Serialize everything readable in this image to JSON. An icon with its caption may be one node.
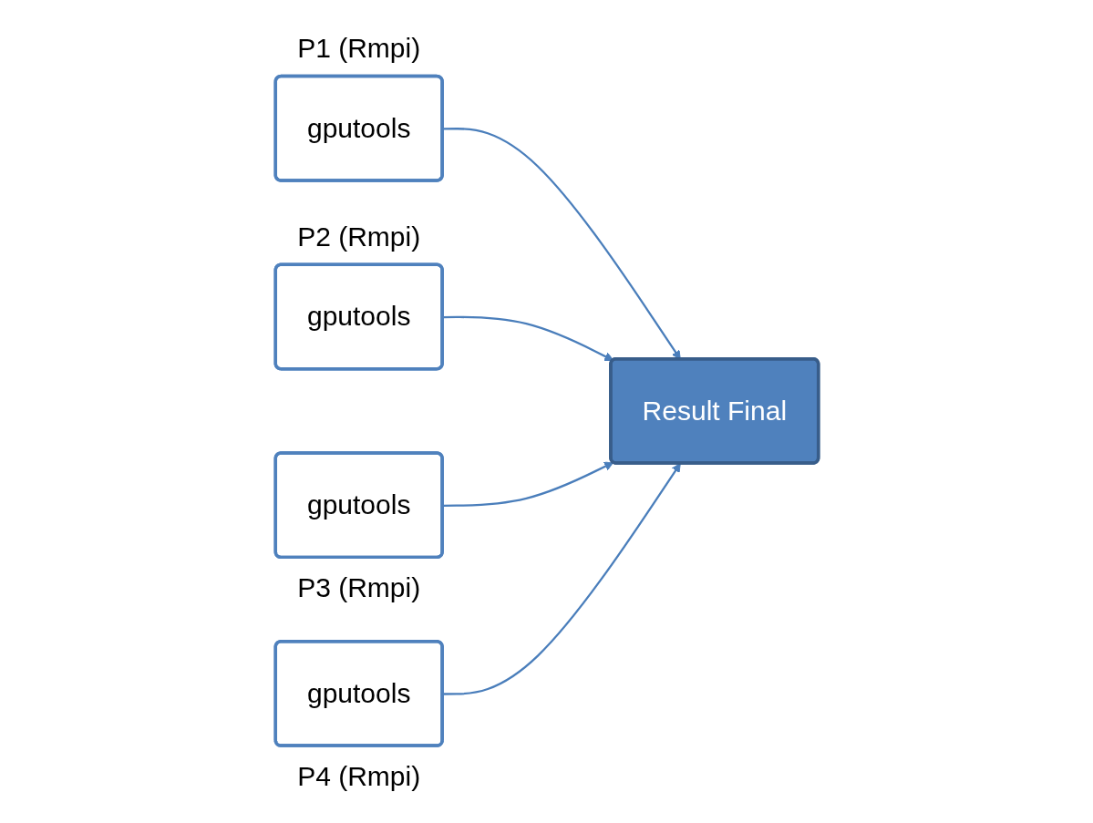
{
  "diagram": {
    "nodes": [
      {
        "text": [
          "gputools"
        ],
        "beside": [
          "P1 (Rmpi)"
        ]
      },
      {
        "text": [
          "gputools"
        ],
        "beside": [
          "P2 (Rmpi)"
        ]
      },
      {
        "text": [
          "gputools"
        ],
        "beside": [
          "P3 (Rmpi)"
        ]
      },
      {
        "text": [
          "gputools"
        ],
        "beside": [
          "P4 (Rmpi)"
        ]
      },
      {
        "text": [
          "Result Final"
        ]
      }
    ],
    "edges": [
      {
        "from": 0,
        "to": 4,
        "arrow": "to"
      },
      {
        "from": 1,
        "to": 4,
        "arrow": "to"
      },
      {
        "from": 2,
        "to": 4,
        "arrow": "to"
      },
      {
        "from": 3,
        "to": 4,
        "arrow": "to"
      }
    ]
  }
}
